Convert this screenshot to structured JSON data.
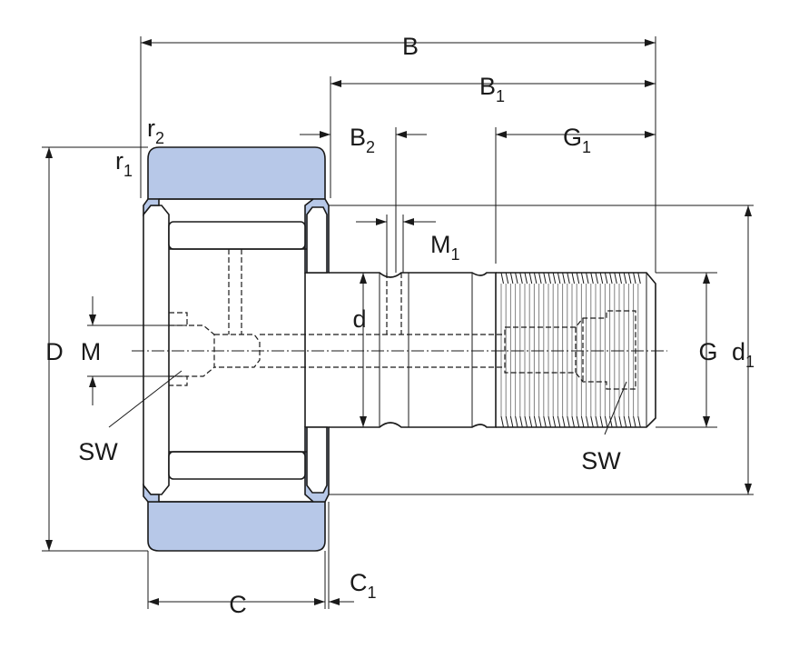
{
  "labels": {
    "B": "B",
    "B1": {
      "base": "B",
      "sub": "1"
    },
    "B2": {
      "base": "B",
      "sub": "2"
    },
    "G1": {
      "base": "G",
      "sub": "1"
    },
    "M1": {
      "base": "M",
      "sub": "1"
    },
    "r2": {
      "base": "r",
      "sub": "2"
    },
    "r1": {
      "base": "r",
      "sub": "1"
    },
    "D": "D",
    "M": "M",
    "d": "d",
    "G": "G",
    "d1": {
      "base": "d",
      "sub": "1"
    },
    "SW_left": "SW",
    "SW_right": "SW",
    "C": "C",
    "C1": {
      "base": "C",
      "sub": "1"
    }
  },
  "colors": {
    "bearing_fill": "#b7c8e8",
    "line": "#1a1a1a"
  }
}
